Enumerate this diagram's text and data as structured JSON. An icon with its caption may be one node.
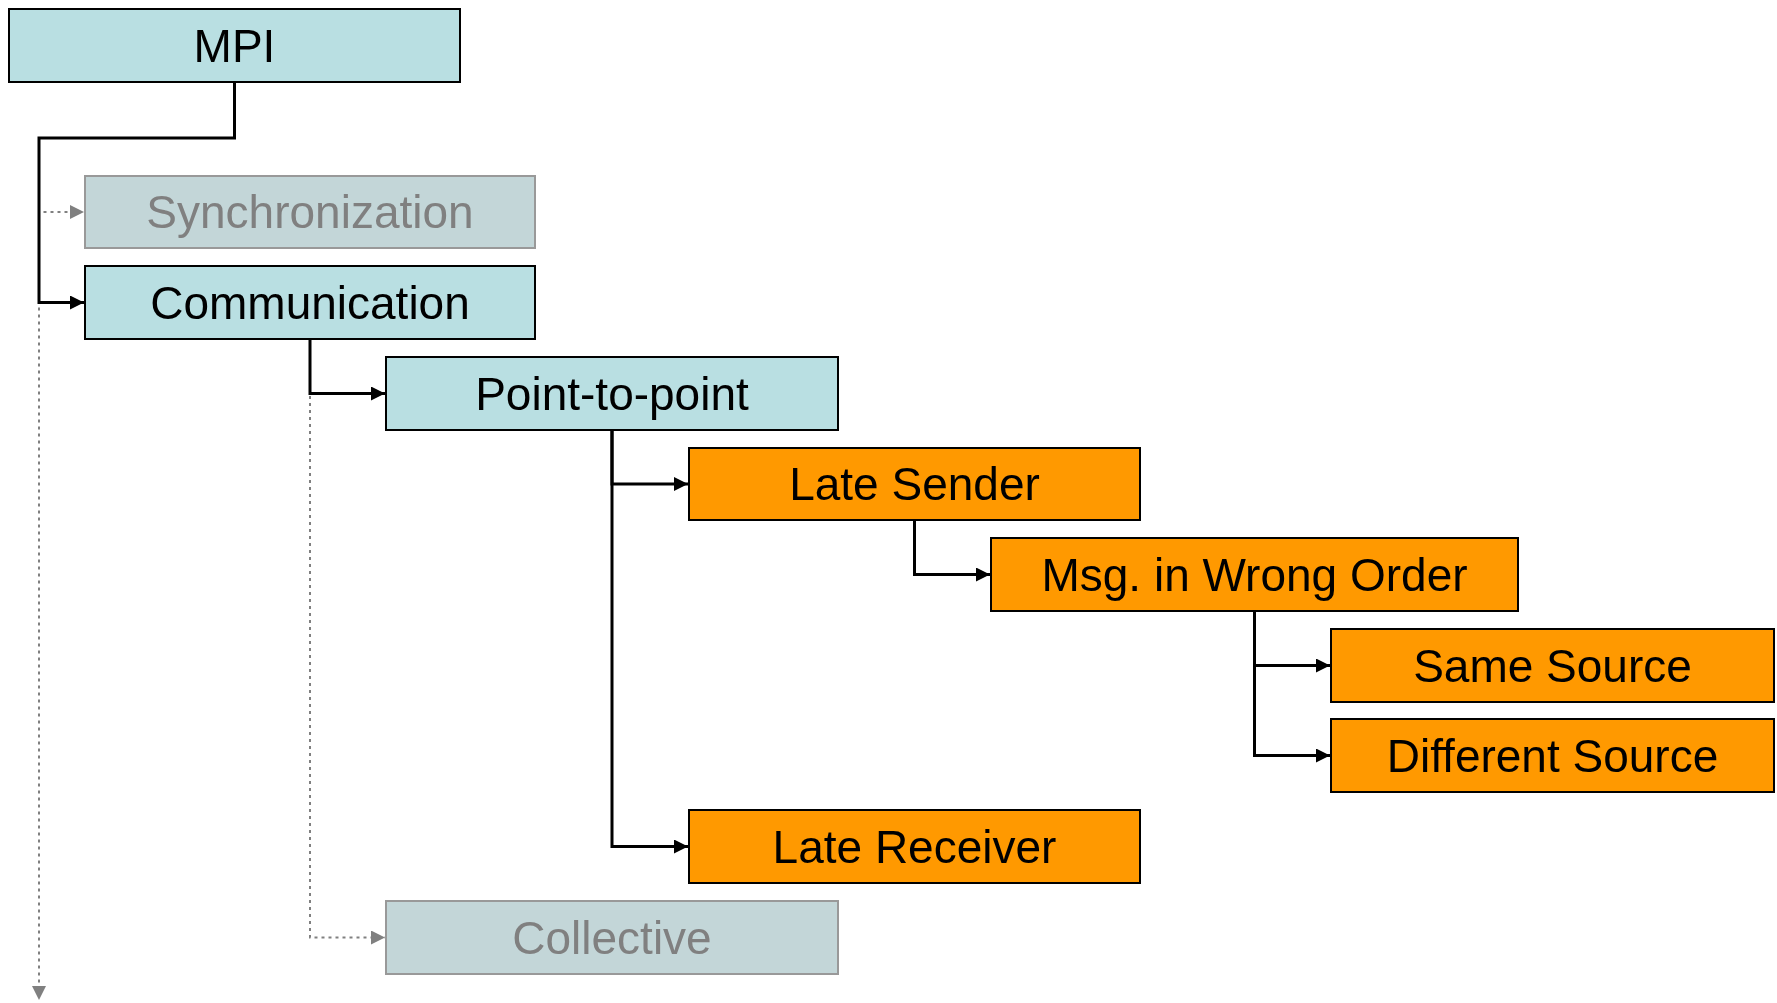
{
  "diagram": {
    "nodes": [
      {
        "text": [
          "MPI"
        ]
      },
      {
        "text": [
          "Synchronization"
        ]
      },
      {
        "text": [
          "Communication"
        ]
      },
      {
        "text": [
          "Point-to-point"
        ]
      },
      {
        "text": [
          "Late Sender"
        ]
      },
      {
        "text": [
          "Msg. in Wrong Order"
        ]
      },
      {
        "text": [
          "Same Source"
        ]
      },
      {
        "text": [
          "Different Source"
        ]
      },
      {
        "text": [
          "Late Receiver"
        ]
      },
      {
        "text": [
          "Collective"
        ]
      }
    ],
    "edges": [
      {
        "from": 0,
        "to": null,
        "arrow": "to",
        "style": "dashed",
        "color": "#808080"
      },
      {
        "from": 0,
        "to": 1,
        "arrow": "to",
        "style": "dashed",
        "color": "#808080"
      },
      {
        "from": 2,
        "to": 9,
        "arrow": "to",
        "style": "dashed",
        "color": "#808080"
      },
      {
        "from": 0,
        "to": 2,
        "arrow": "to"
      },
      {
        "from": 2,
        "to": 3,
        "arrow": "to"
      },
      {
        "from": 3,
        "to": 4,
        "arrow": "to"
      },
      {
        "from": 4,
        "to": 5,
        "arrow": "to"
      },
      {
        "from": 5,
        "to": 6,
        "arrow": "to"
      },
      {
        "from": 5,
        "to": 7,
        "arrow": "to"
      },
      {
        "from": 3,
        "to": 8,
        "arrow": "to"
      }
    ]
  }
}
